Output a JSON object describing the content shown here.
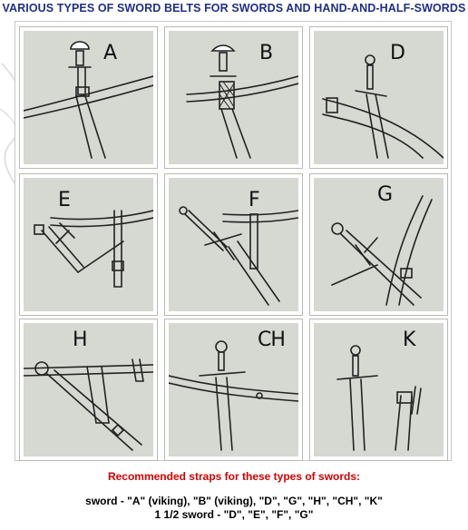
{
  "title": "VARIOUS TYPES OF SWORD BELTS FOR SWORDS AND HAND-AND-HALF-SWORDS",
  "panels": [
    {
      "letter": "A"
    },
    {
      "letter": "B"
    },
    {
      "letter": "D"
    },
    {
      "letter": "E"
    },
    {
      "letter": "F"
    },
    {
      "letter": "G"
    },
    {
      "letter": "H"
    },
    {
      "letter": "CH"
    },
    {
      "letter": "K"
    }
  ],
  "recommend_heading": "Recommended straps for these types of swords:",
  "recommend_sword": "sword - \"A\" (viking), \"B\" (viking), \"D\", \"G\", \"H\", \"CH\", \"K\"",
  "recommend_half": "1 1/2 sword - \"D\", \"E\", \"F\", \"G\"",
  "colors": {
    "title": "#1f2f86",
    "recommend_heading": "#d10000",
    "panel_bg": "#d6d8d2"
  }
}
